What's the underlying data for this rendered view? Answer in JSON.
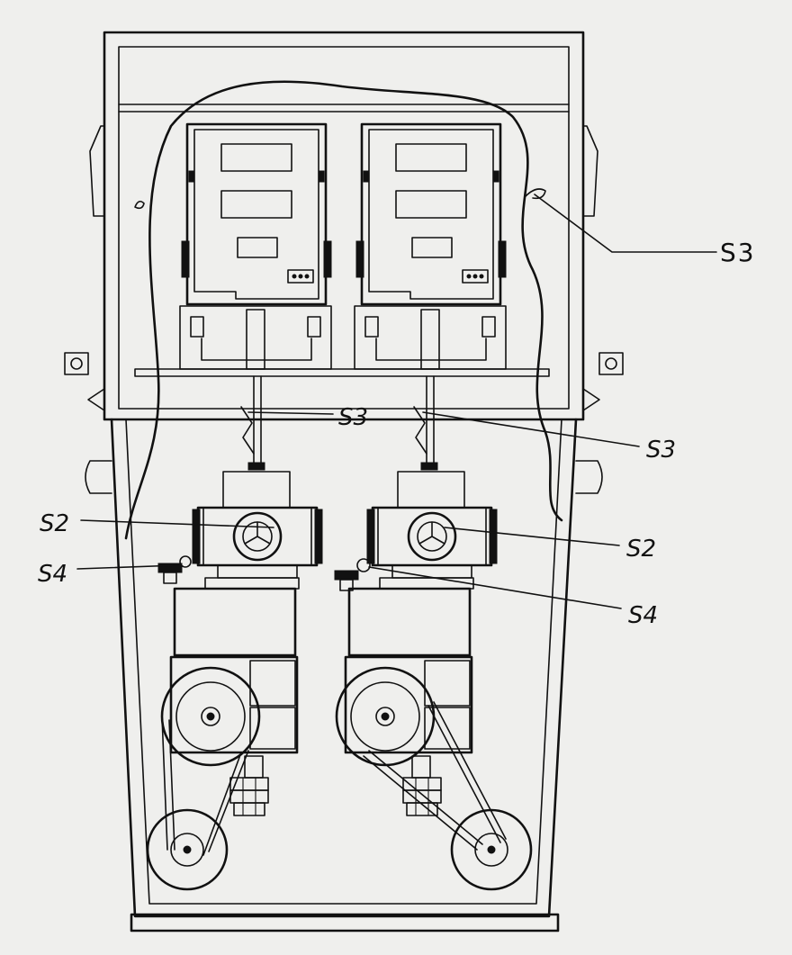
{
  "labels": {
    "s3_top_right": "S3",
    "s3_mid_left": "S3",
    "s3_mid_right": "S3",
    "s2_left": "S2",
    "s2_right": "S2",
    "s4_left": "S4",
    "s4_right": "S4"
  }
}
